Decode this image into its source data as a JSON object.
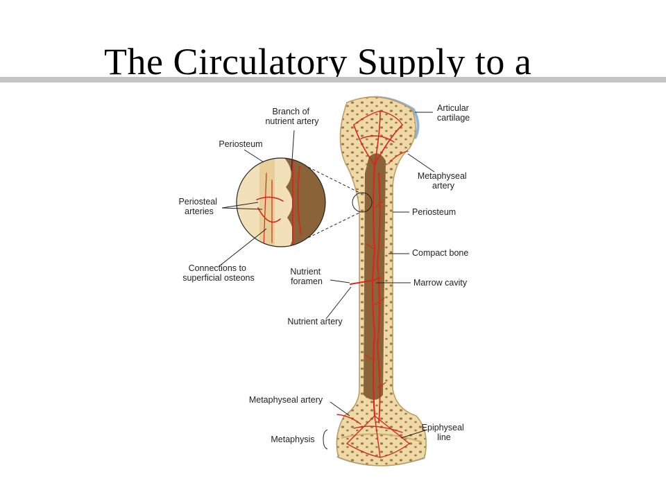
{
  "slide": {
    "title": "The Circulatory Supply to a"
  },
  "labels": {
    "branch_of_nutrient_artery": [
      "Branch of",
      "nutrient artery"
    ],
    "periosteum_inset": "Periosteum",
    "periosteal_arteries": [
      "Periosteal",
      "arteries"
    ],
    "connections": [
      "Connections to",
      "superficial osteons"
    ],
    "articular_cartilage": [
      "Articular",
      "cartilage"
    ],
    "metaphyseal_artery_top": [
      "Metaphyseal",
      "artery"
    ],
    "periosteum": "Periosteum",
    "compact_bone": "Compact bone",
    "nutrient_foramen": [
      "Nutrient",
      "foramen"
    ],
    "marrow_cavity": "Marrow cavity",
    "nutrient_artery": "Nutrient artery",
    "metaphyseal_artery_bottom": "Metaphyseal artery",
    "metaphysis": "Metaphysis",
    "epiphyseal_line": [
      "Epiphyseal",
      "line"
    ]
  },
  "colors": {
    "bone": "#efd9a6",
    "marrow": "#8a6438",
    "artery": "#d8261c",
    "cartilage": "#8fb6d8",
    "rule": "#c4c4c4"
  }
}
